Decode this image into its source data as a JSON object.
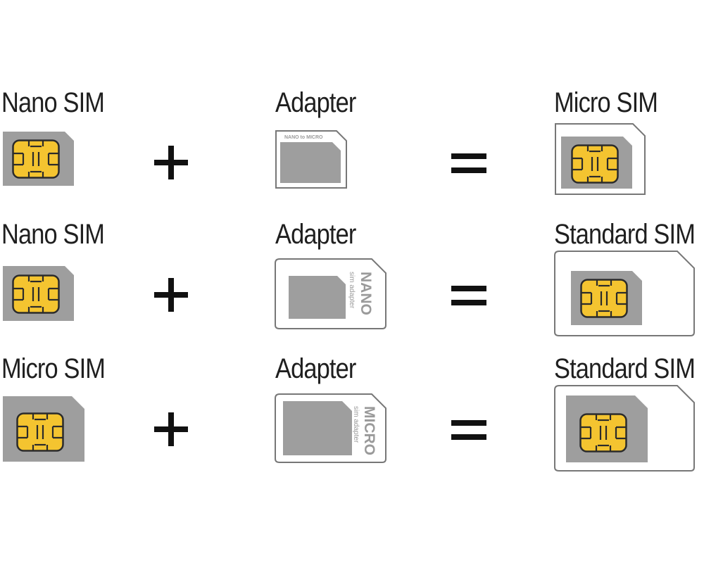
{
  "rows": [
    {
      "left_label": "Nano SIM",
      "adapter_label": "Adapter",
      "adapter_print": "NANO to MICRO",
      "result_label": "Micro SIM"
    },
    {
      "left_label": "Nano SIM",
      "adapter_label": "Adapter",
      "adapter_print_main": "NANO",
      "adapter_print_sub": "sim adapter",
      "result_label": "Standard SIM"
    },
    {
      "left_label": "Micro SIM",
      "adapter_label": "Adapter",
      "adapter_print_main": "MICRO",
      "adapter_print_sub": "sim adapter",
      "result_label": "Standard SIM"
    }
  ],
  "operators": {
    "plus": "+",
    "equals": "="
  },
  "colors": {
    "chip": "#f4c430",
    "chip_border": "#2b2b2b",
    "card_gray": "#9e9e9e",
    "adapter_outline": "#777777",
    "text": "#1f1f1f"
  }
}
